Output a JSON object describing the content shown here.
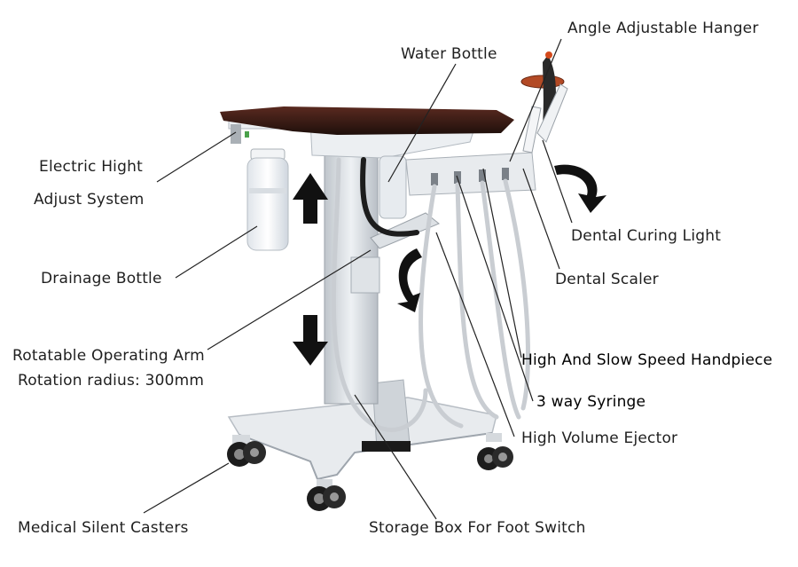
{
  "labels": {
    "angle_hanger": "Angle Adjustable Hanger",
    "water_bottle": "Water Bottle",
    "electric_line1": "Electric Hight",
    "electric_line2": "Adjust System",
    "drainage_bottle": "Drainage Bottle",
    "curing_light": "Dental Curing Light",
    "scaler": "Dental Scaler",
    "handpiece": "High And Slow Speed Handpiece",
    "syringe": "3 way Syringe",
    "ejector": "High Volume Ejector",
    "arm_line1": "Rotatable Operating Arm",
    "arm_line2": "Rotation radius: 300mm",
    "casters": "Medical Silent Casters",
    "storage_box": "Storage Box For Foot Switch"
  },
  "colors": {
    "tray_top": "#3a1a14",
    "body_light": "#e9ecef",
    "body_mid": "#cdd2d8",
    "hose": "#c9cdd2",
    "arrow": "#111111",
    "leader_line": "#222222",
    "curing_tip": "#d44a1c"
  }
}
